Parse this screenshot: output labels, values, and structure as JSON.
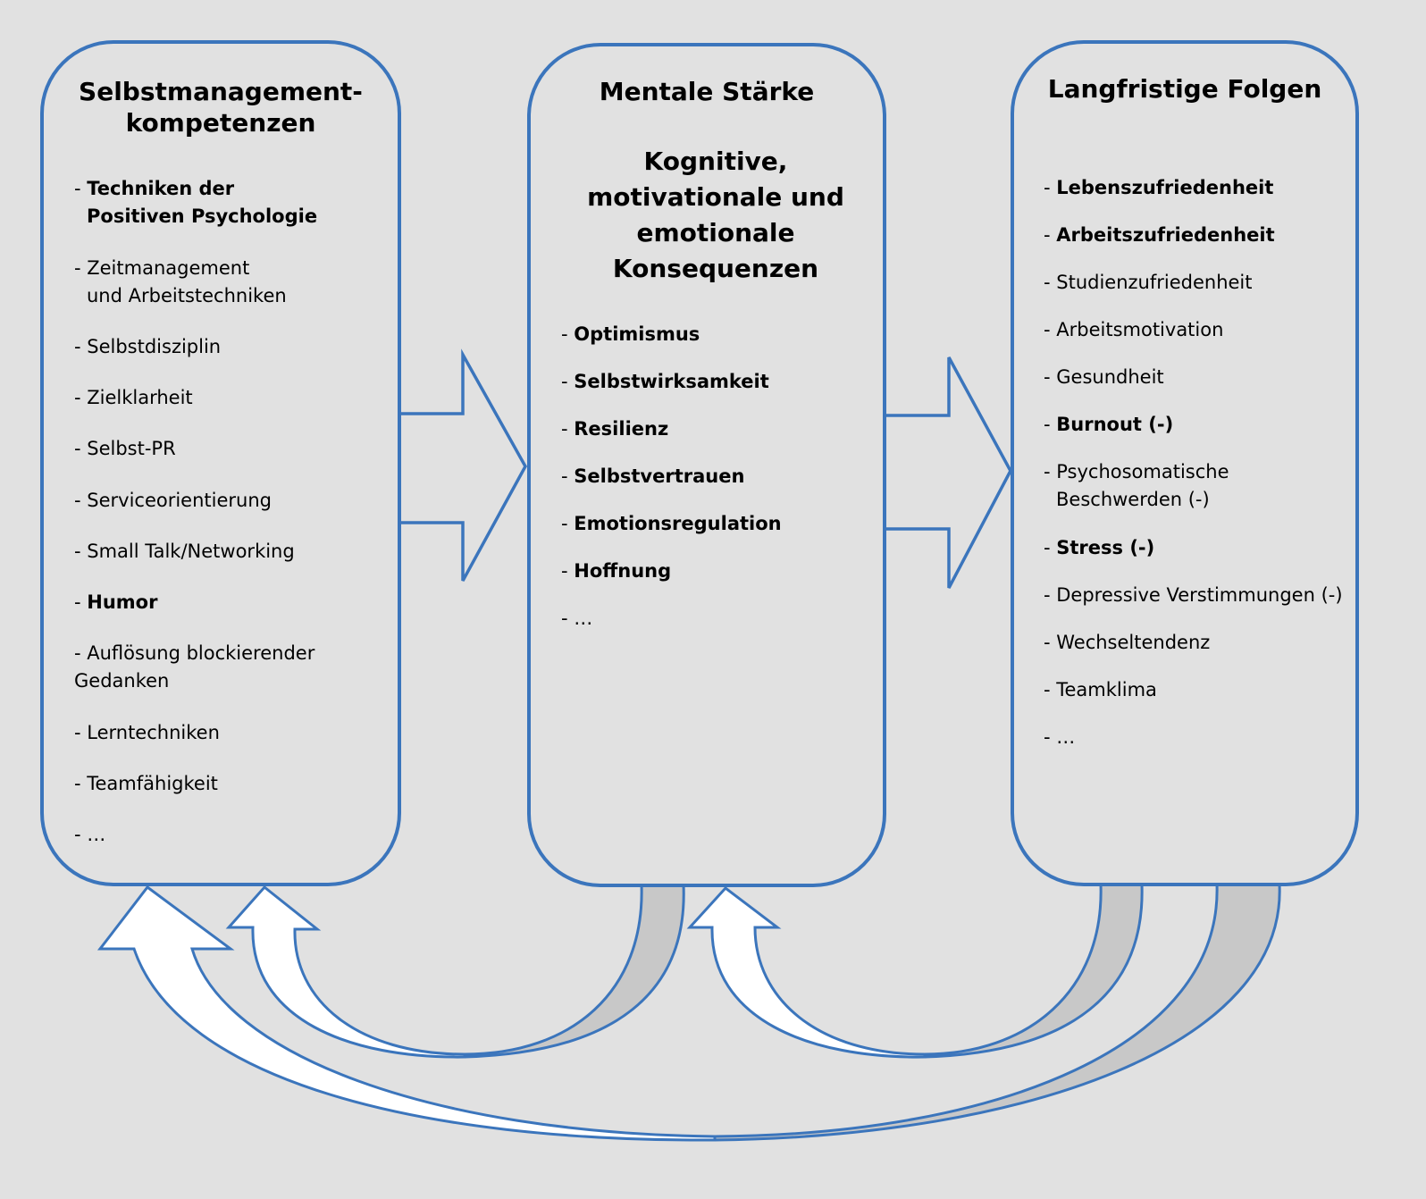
{
  "columns": [
    {
      "title": "Selbstmanagement-\nkompetenzen",
      "items": [
        {
          "text": "Techniken der\nPositiven Psychologie",
          "bold": true
        },
        {
          "text": "Zeitmanagement\nund Arbeitstechniken",
          "bold": false
        },
        {
          "text": "Selbstdisziplin",
          "bold": false
        },
        {
          "text": "Zielklarheit",
          "bold": false
        },
        {
          "text": "Selbst-PR",
          "bold": false
        },
        {
          "text": "Serviceorientierung",
          "bold": false
        },
        {
          "text": "Small Talk/Networking",
          "bold": false
        },
        {
          "text": "Humor",
          "bold": true
        },
        {
          "text": "Auflösung blockierender\nGedanken",
          "bold": false
        },
        {
          "text": "Lerntechniken",
          "bold": false
        },
        {
          "text": "Teamfähigkeit",
          "bold": false
        },
        {
          "text": "…",
          "bold": false
        }
      ]
    },
    {
      "title": "Mentale Stärke",
      "subtitle": "Kognitive,\nmotivationale und\nemotionale\nKonsequenzen",
      "items": [
        {
          "text": "Optimismus",
          "bold": true
        },
        {
          "text": "Selbstwirksamkeit",
          "bold": true
        },
        {
          "text": "Resilienz",
          "bold": true
        },
        {
          "text": "Selbstvertrauen",
          "bold": true
        },
        {
          "text": "Emotionsregulation",
          "bold": true
        },
        {
          "text": "Hoffnung",
          "bold": true
        },
        {
          "text": "…",
          "bold": false
        }
      ]
    },
    {
      "title": "Langfristige Folgen",
      "items": [
        {
          "text": "Lebenszufriedenheit",
          "bold": true
        },
        {
          "text": "Arbeitszufriedenheit",
          "bold": true
        },
        {
          "text": "Studienzufriedenheit",
          "bold": false
        },
        {
          "text": "Arbeitsmotivation",
          "bold": false
        },
        {
          "text": "Gesundheit",
          "bold": false
        },
        {
          "text": "Burnout (-)",
          "bold": true
        },
        {
          "text": "Psychosomatische\nBeschwerden (-)",
          "bold": false
        },
        {
          "text": "Stress (-)",
          "bold": true
        },
        {
          "text": "Depressive Verstimmungen (-)",
          "bold": false
        },
        {
          "text": "Wechseltendenz",
          "bold": false
        },
        {
          "text": "Teamklima",
          "bold": false
        },
        {
          "text": "…",
          "bold": false
        }
      ]
    }
  ],
  "colors": {
    "border": "#3b75bc",
    "background": "#e1e1e1",
    "feedback_shadow": "#c8c8c8",
    "feedback_fill": "#ffffff"
  }
}
